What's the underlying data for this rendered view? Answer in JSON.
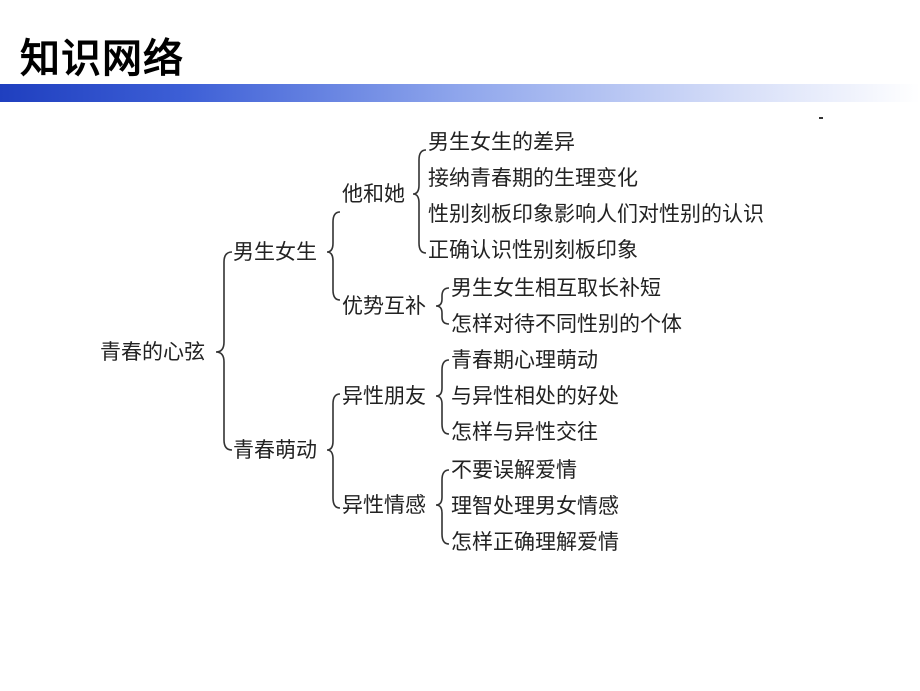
{
  "page_title": "知识网络",
  "root": "青春的心弦",
  "level1": [
    "男生女生",
    "青春萌动"
  ],
  "level2": [
    "他和她",
    "优势互补",
    "异性朋友",
    "异性情感"
  ],
  "leaves": {
    "ta_he_ta": [
      "男生女生的差异",
      "接纳青春期的生理变化",
      "性别刻板印象影响人们对性别的认识",
      "正确认识性别刻板印象"
    ],
    "you_shi_hu_bu": [
      "男生女生相互取长补短",
      "怎样对待不同性别的个体"
    ],
    "yi_xing_peng_you": [
      "青春期心理萌动",
      "与异性相处的好处",
      "怎样与异性交往"
    ],
    "yi_xing_qing_gan": [
      "不要误解爱情",
      "理智处理男女情感",
      "怎样正确理解爱情"
    ]
  }
}
